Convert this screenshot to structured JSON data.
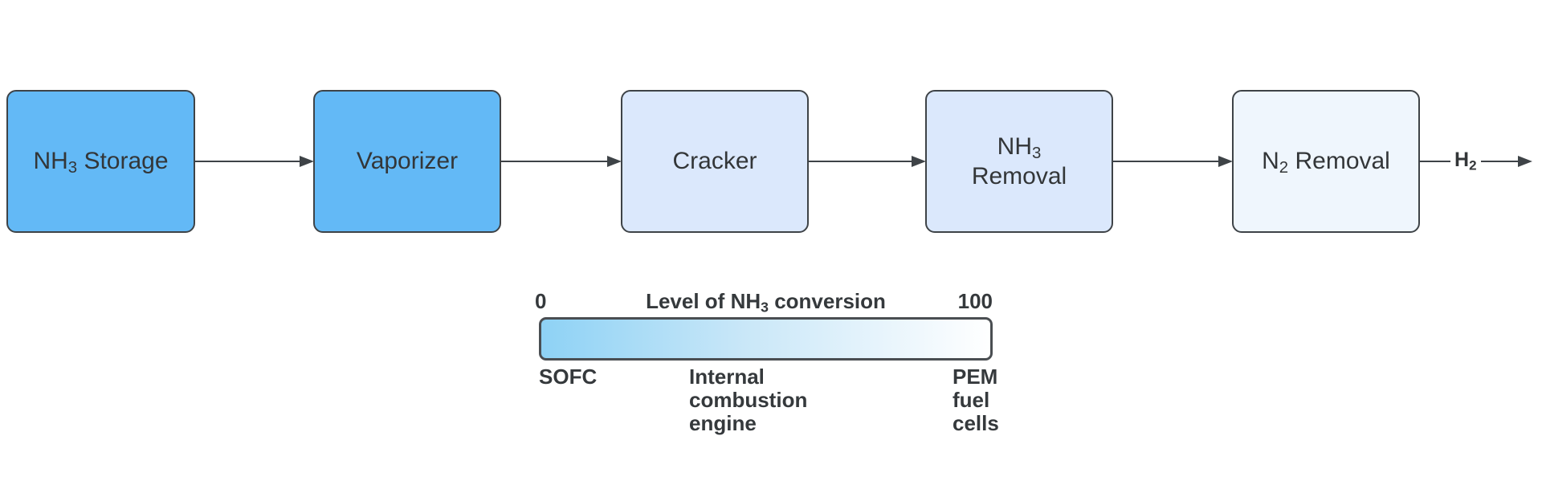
{
  "diagram": {
    "title_hint": "NH3-to-H2 process flow",
    "colors": {
      "bright_blue_fill": "#63b9f6",
      "light_blue_fill": "#dbe8fc",
      "pale_blue_fill": "#eff6fd",
      "stroke": "#3e4347",
      "text": "#333638",
      "legend_gradient_start": "#8ed2f5",
      "legend_gradient_end": "#ffffff",
      "background": "#ffffff"
    },
    "boxes": [
      {
        "name": "nh3-storage",
        "pre": "NH",
        "sub": "3",
        "post": " Storage",
        "fill": "#63b9f6"
      },
      {
        "name": "vaporizer",
        "label": "Vaporizer",
        "fill": "#63b9f6"
      },
      {
        "name": "cracker",
        "label": "Cracker",
        "fill": "#dbe8fc"
      },
      {
        "name": "nh3-removal",
        "line1_pre": "NH",
        "line1_sub": "3",
        "line2": "Removal",
        "fill": "#dbe8fc"
      },
      {
        "name": "n2-removal",
        "pre": "N",
        "sub": "2",
        "post": " Removal",
        "fill": "#eff6fd"
      }
    ],
    "output_label": {
      "pre": "H",
      "sub": "2"
    }
  },
  "legend": {
    "min": "0",
    "max": "100",
    "title_pre": "Level of NH",
    "title_sub": "3",
    "title_post": " conversion",
    "left_label": "SOFC",
    "mid_label_lines": [
      "Internal",
      "combustion",
      "engine"
    ],
    "right_label_lines": [
      "PEM",
      "fuel",
      "cells"
    ]
  }
}
